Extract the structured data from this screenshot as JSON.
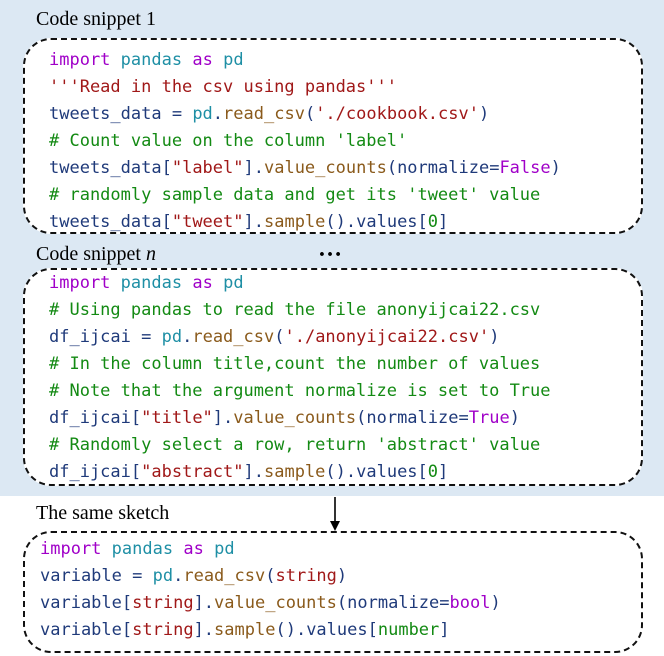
{
  "snippet1": {
    "title": "Code snippet 1",
    "lines": [
      [
        {
          "t": "import",
          "c": "kw"
        },
        {
          "t": " "
        },
        {
          "t": "pandas",
          "c": "mod"
        },
        {
          "t": " "
        },
        {
          "t": "as",
          "c": "kw"
        },
        {
          "t": " "
        },
        {
          "t": "pd",
          "c": "mod"
        }
      ],
      [
        {
          "t": "'''Read in the csv using pandas'''",
          "c": "str"
        }
      ],
      [
        {
          "t": "tweets_data",
          "c": "var"
        },
        {
          "t": " = "
        },
        {
          "t": "pd",
          "c": "mod"
        },
        {
          "t": "."
        },
        {
          "t": "read_csv",
          "c": "fn"
        },
        {
          "t": "("
        },
        {
          "t": "'./cookbook.csv'",
          "c": "str"
        },
        {
          "t": ")"
        }
      ],
      [
        {
          "t": "# Count value on the column 'label'",
          "c": "com"
        }
      ],
      [
        {
          "t": "tweets_data",
          "c": "var"
        },
        {
          "t": "["
        },
        {
          "t": "\"label\"",
          "c": "str"
        },
        {
          "t": "]."
        },
        {
          "t": "value_counts",
          "c": "fn"
        },
        {
          "t": "("
        },
        {
          "t": "normalize",
          "c": "var"
        },
        {
          "t": "="
        },
        {
          "t": "False",
          "c": "kw"
        },
        {
          "t": ")"
        }
      ],
      [
        {
          "t": "# randomly sample data and get its 'tweet' value",
          "c": "com"
        }
      ],
      [
        {
          "t": "tweets_data",
          "c": "var"
        },
        {
          "t": "["
        },
        {
          "t": "\"tweet\"",
          "c": "str"
        },
        {
          "t": "]."
        },
        {
          "t": "sample",
          "c": "fn"
        },
        {
          "t": "()."
        },
        {
          "t": "values",
          "c": "var"
        },
        {
          "t": "["
        },
        {
          "t": "0",
          "c": "com"
        },
        {
          "t": "]"
        }
      ]
    ]
  },
  "ellipsis": "…",
  "snippetN": {
    "title_prefix": "Code snippet ",
    "title_var": "n",
    "lines": [
      [
        {
          "t": "import",
          "c": "kw"
        },
        {
          "t": " "
        },
        {
          "t": "pandas",
          "c": "mod"
        },
        {
          "t": " "
        },
        {
          "t": "as",
          "c": "kw"
        },
        {
          "t": " "
        },
        {
          "t": "pd",
          "c": "mod"
        }
      ],
      [
        {
          "t": "# Using pandas to read the file anonyijcai22.csv",
          "c": "com"
        }
      ],
      [
        {
          "t": "df_ijcai",
          "c": "var"
        },
        {
          "t": " = "
        },
        {
          "t": "pd",
          "c": "mod"
        },
        {
          "t": "."
        },
        {
          "t": "read_csv",
          "c": "fn"
        },
        {
          "t": "("
        },
        {
          "t": "'./anonyijcai22.csv'",
          "c": "str"
        },
        {
          "t": ")"
        }
      ],
      [
        {
          "t": "# In the column title,count the number of values",
          "c": "com"
        }
      ],
      [
        {
          "t": "# Note that the argument normalize is set to True",
          "c": "com"
        }
      ],
      [
        {
          "t": "df_ijcai",
          "c": "var"
        },
        {
          "t": "["
        },
        {
          "t": "\"title\"",
          "c": "str"
        },
        {
          "t": "]."
        },
        {
          "t": "value_counts",
          "c": "fn"
        },
        {
          "t": "("
        },
        {
          "t": "normalize",
          "c": "var"
        },
        {
          "t": "="
        },
        {
          "t": "True",
          "c": "kw"
        },
        {
          "t": ")"
        }
      ],
      [
        {
          "t": "# Randomly select a row, return 'abstract' value",
          "c": "com"
        }
      ],
      [
        {
          "t": "df_ijcai",
          "c": "var"
        },
        {
          "t": "["
        },
        {
          "t": "\"abstract\"",
          "c": "str"
        },
        {
          "t": "]."
        },
        {
          "t": "sample",
          "c": "fn"
        },
        {
          "t": "()."
        },
        {
          "t": "values",
          "c": "var"
        },
        {
          "t": "["
        },
        {
          "t": "0",
          "c": "com"
        },
        {
          "t": "]"
        }
      ]
    ]
  },
  "sketch": {
    "title": "The same sketch",
    "lines": [
      [
        {
          "t": "import",
          "c": "kw"
        },
        {
          "t": " "
        },
        {
          "t": "pandas",
          "c": "mod"
        },
        {
          "t": " "
        },
        {
          "t": "as",
          "c": "kw"
        },
        {
          "t": " "
        },
        {
          "t": "pd",
          "c": "mod"
        }
      ],
      [
        {
          "t": "variable",
          "c": "var"
        },
        {
          "t": " = "
        },
        {
          "t": "pd",
          "c": "mod"
        },
        {
          "t": "."
        },
        {
          "t": "read_csv",
          "c": "fn"
        },
        {
          "t": "("
        },
        {
          "t": "string",
          "c": "str"
        },
        {
          "t": ")"
        }
      ],
      [
        {
          "t": "variable",
          "c": "var"
        },
        {
          "t": "["
        },
        {
          "t": "string",
          "c": "str"
        },
        {
          "t": "]."
        },
        {
          "t": "value_counts",
          "c": "fn"
        },
        {
          "t": "("
        },
        {
          "t": "normalize",
          "c": "var"
        },
        {
          "t": "="
        },
        {
          "t": "bool",
          "c": "kw"
        },
        {
          "t": ")"
        }
      ],
      [
        {
          "t": "variable",
          "c": "var"
        },
        {
          "t": "["
        },
        {
          "t": "string",
          "c": "str"
        },
        {
          "t": "]."
        },
        {
          "t": "sample",
          "c": "fn"
        },
        {
          "t": "()."
        },
        {
          "t": "values",
          "c": "var"
        },
        {
          "t": "["
        },
        {
          "t": "number",
          "c": "com"
        },
        {
          "t": "]"
        }
      ]
    ]
  }
}
